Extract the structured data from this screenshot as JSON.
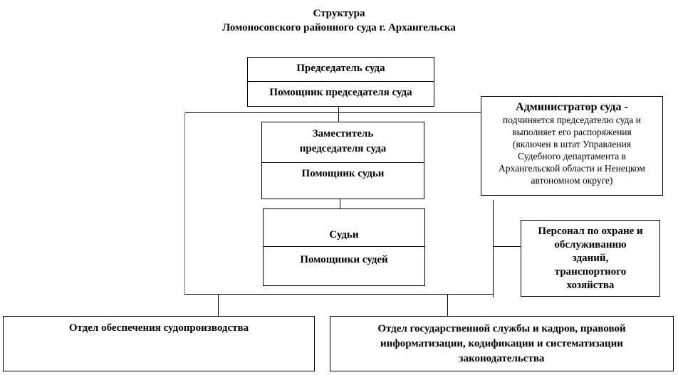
{
  "title": {
    "line1": "Структура",
    "line2": "Ломоносовского районного суда г. Архангельска"
  },
  "chairman_box": {
    "top": "Председатель суда",
    "bottom": "Помощник председателя суда"
  },
  "deputy_box": {
    "top_line1": "Заместитель",
    "top_line2": "председателя суда",
    "bottom": "Помощник судьи"
  },
  "judges_box": {
    "top": "Судьи",
    "bottom": "Помощники судей"
  },
  "administrator_box": {
    "heading": "Администратор суда",
    "heading_suffix": " -",
    "desc_lines": [
      "подчиняется председателю суда и",
      "выполняет его распоряжения",
      "(включен в штат Управления",
      "Судебного департамента в",
      "Архангельской области и Ненецком",
      "автономном округе)"
    ]
  },
  "personnel_box": {
    "lines": [
      "Персонал по охране и",
      "обслуживанию",
      "зданий,",
      "транспортного",
      "хозяйства"
    ]
  },
  "proceedings_dept_box": {
    "label": "Отдел обеспечения судопроизводства"
  },
  "civil_service_dept_box": {
    "lines": [
      "Отдел государственной службы и кадров, правовой",
      "информатизации, кодификации и систематизации",
      "законодательства"
    ]
  }
}
